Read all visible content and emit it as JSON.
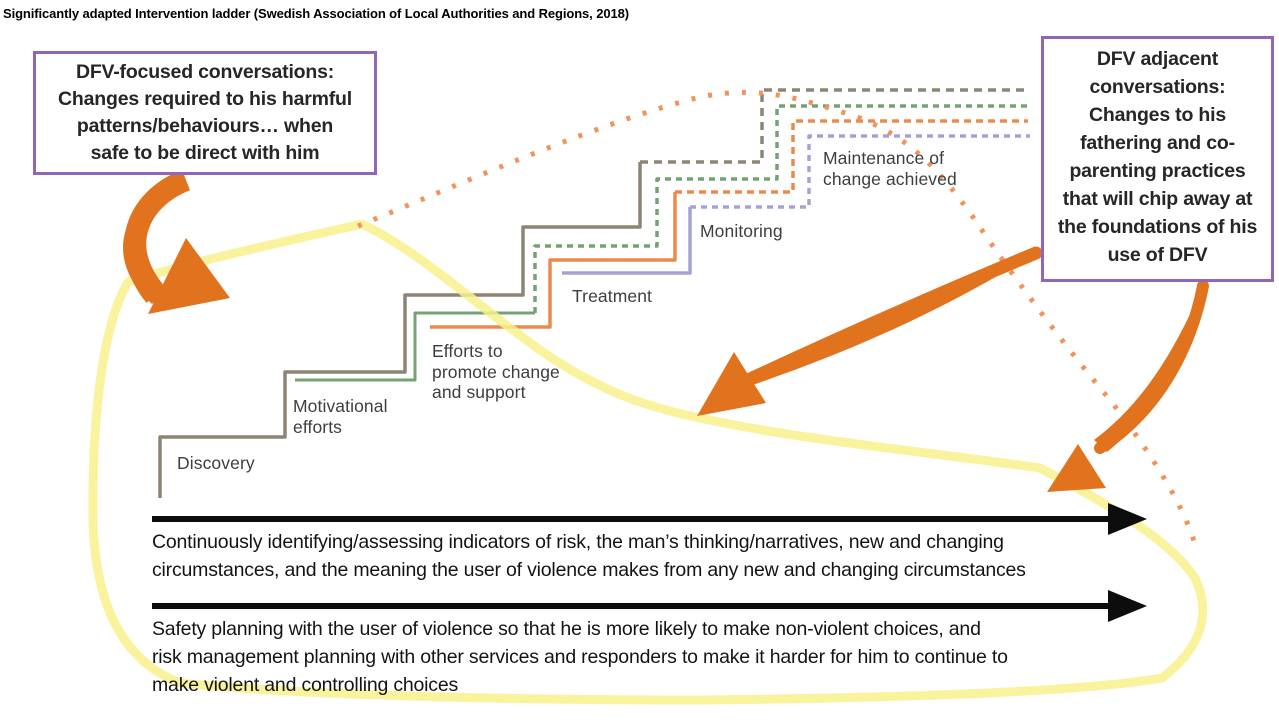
{
  "title": "Significantly adapted Intervention ladder (Swedish Association of Local Authorities and Regions, 2018)",
  "left_box": {
    "lines": [
      "DFV-focused conversations:",
      "Changes required to his harmful",
      "patterns/behaviours… when",
      "safe to be direct with him"
    ]
  },
  "right_box": {
    "lines": [
      "DFV adjacent",
      "conversations:",
      "Changes to his",
      "fathering and co-",
      "parenting practices",
      "that will chip away at",
      "the foundations of his",
      "use of DFV"
    ]
  },
  "ladder_steps": [
    {
      "label_lines": [
        "Discovery"
      ]
    },
    {
      "label_lines": [
        "Motivational",
        "efforts"
      ]
    },
    {
      "label_lines": [
        "Efforts to",
        "promote change",
        "and support"
      ]
    },
    {
      "label_lines": [
        "Treatment"
      ]
    },
    {
      "label_lines": [
        "Monitoring"
      ]
    },
    {
      "label_lines": [
        "Maintenance of",
        "change achieved"
      ]
    }
  ],
  "timeline_arrows": [
    {
      "lines": [
        "Continuously identifying/assessing indicators of risk, the man’s thinking/narratives, new and changing",
        "circumstances, and the meaning the user of violence makes from any new and changing circumstances"
      ]
    },
    {
      "lines": [
        "Safety planning with the user of violence so that he is more likely to make non-violent choices, and",
        "risk management planning with other services and responders to make it harder for him to continue to",
        "make violent and controlling choices"
      ]
    }
  ],
  "colors": {
    "box_border": "#9166b8",
    "stair_gray": "#8d8475",
    "stair_green": "#74a273",
    "stair_orange": "#ec8a4e",
    "stair_purple": "#a5a3d4",
    "dotted_arc": "#f0935e",
    "arrow_orange": "#e2731e",
    "highlight_yellow": "#f8f18c",
    "timeline_black": "#0d0d0d"
  }
}
